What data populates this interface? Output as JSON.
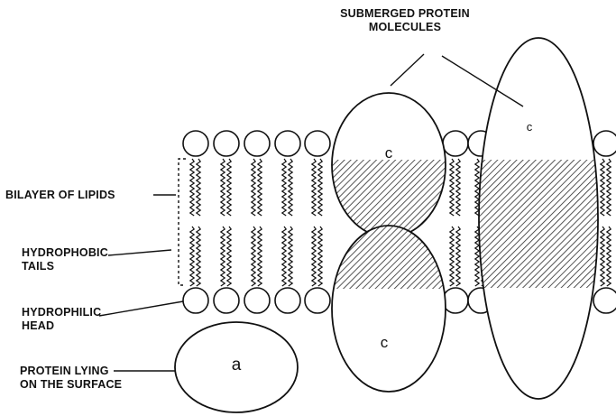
{
  "labels": {
    "submerged_line1": "SUBMERGED PROTEIN",
    "submerged_line2": "MOLECULES",
    "bilayer": "BILAYER OF LIPIDS",
    "hydrophobic_line1": "HYDROPHOBIC",
    "hydrophobic_line2": "TAILS",
    "hydrophilic_line1": "HYDROPHILIC",
    "hydrophilic_line2": "HEAD",
    "surface_line1": "PROTEIN LYING",
    "surface_line2": "ON THE SURFACE"
  },
  "letters": {
    "a": "a",
    "c_upper": "c",
    "c_lower": "c",
    "c_tall": "c"
  },
  "colors": {
    "ink": "#111111",
    "background": "#ffffff",
    "hatch": "#2a2a2a"
  }
}
